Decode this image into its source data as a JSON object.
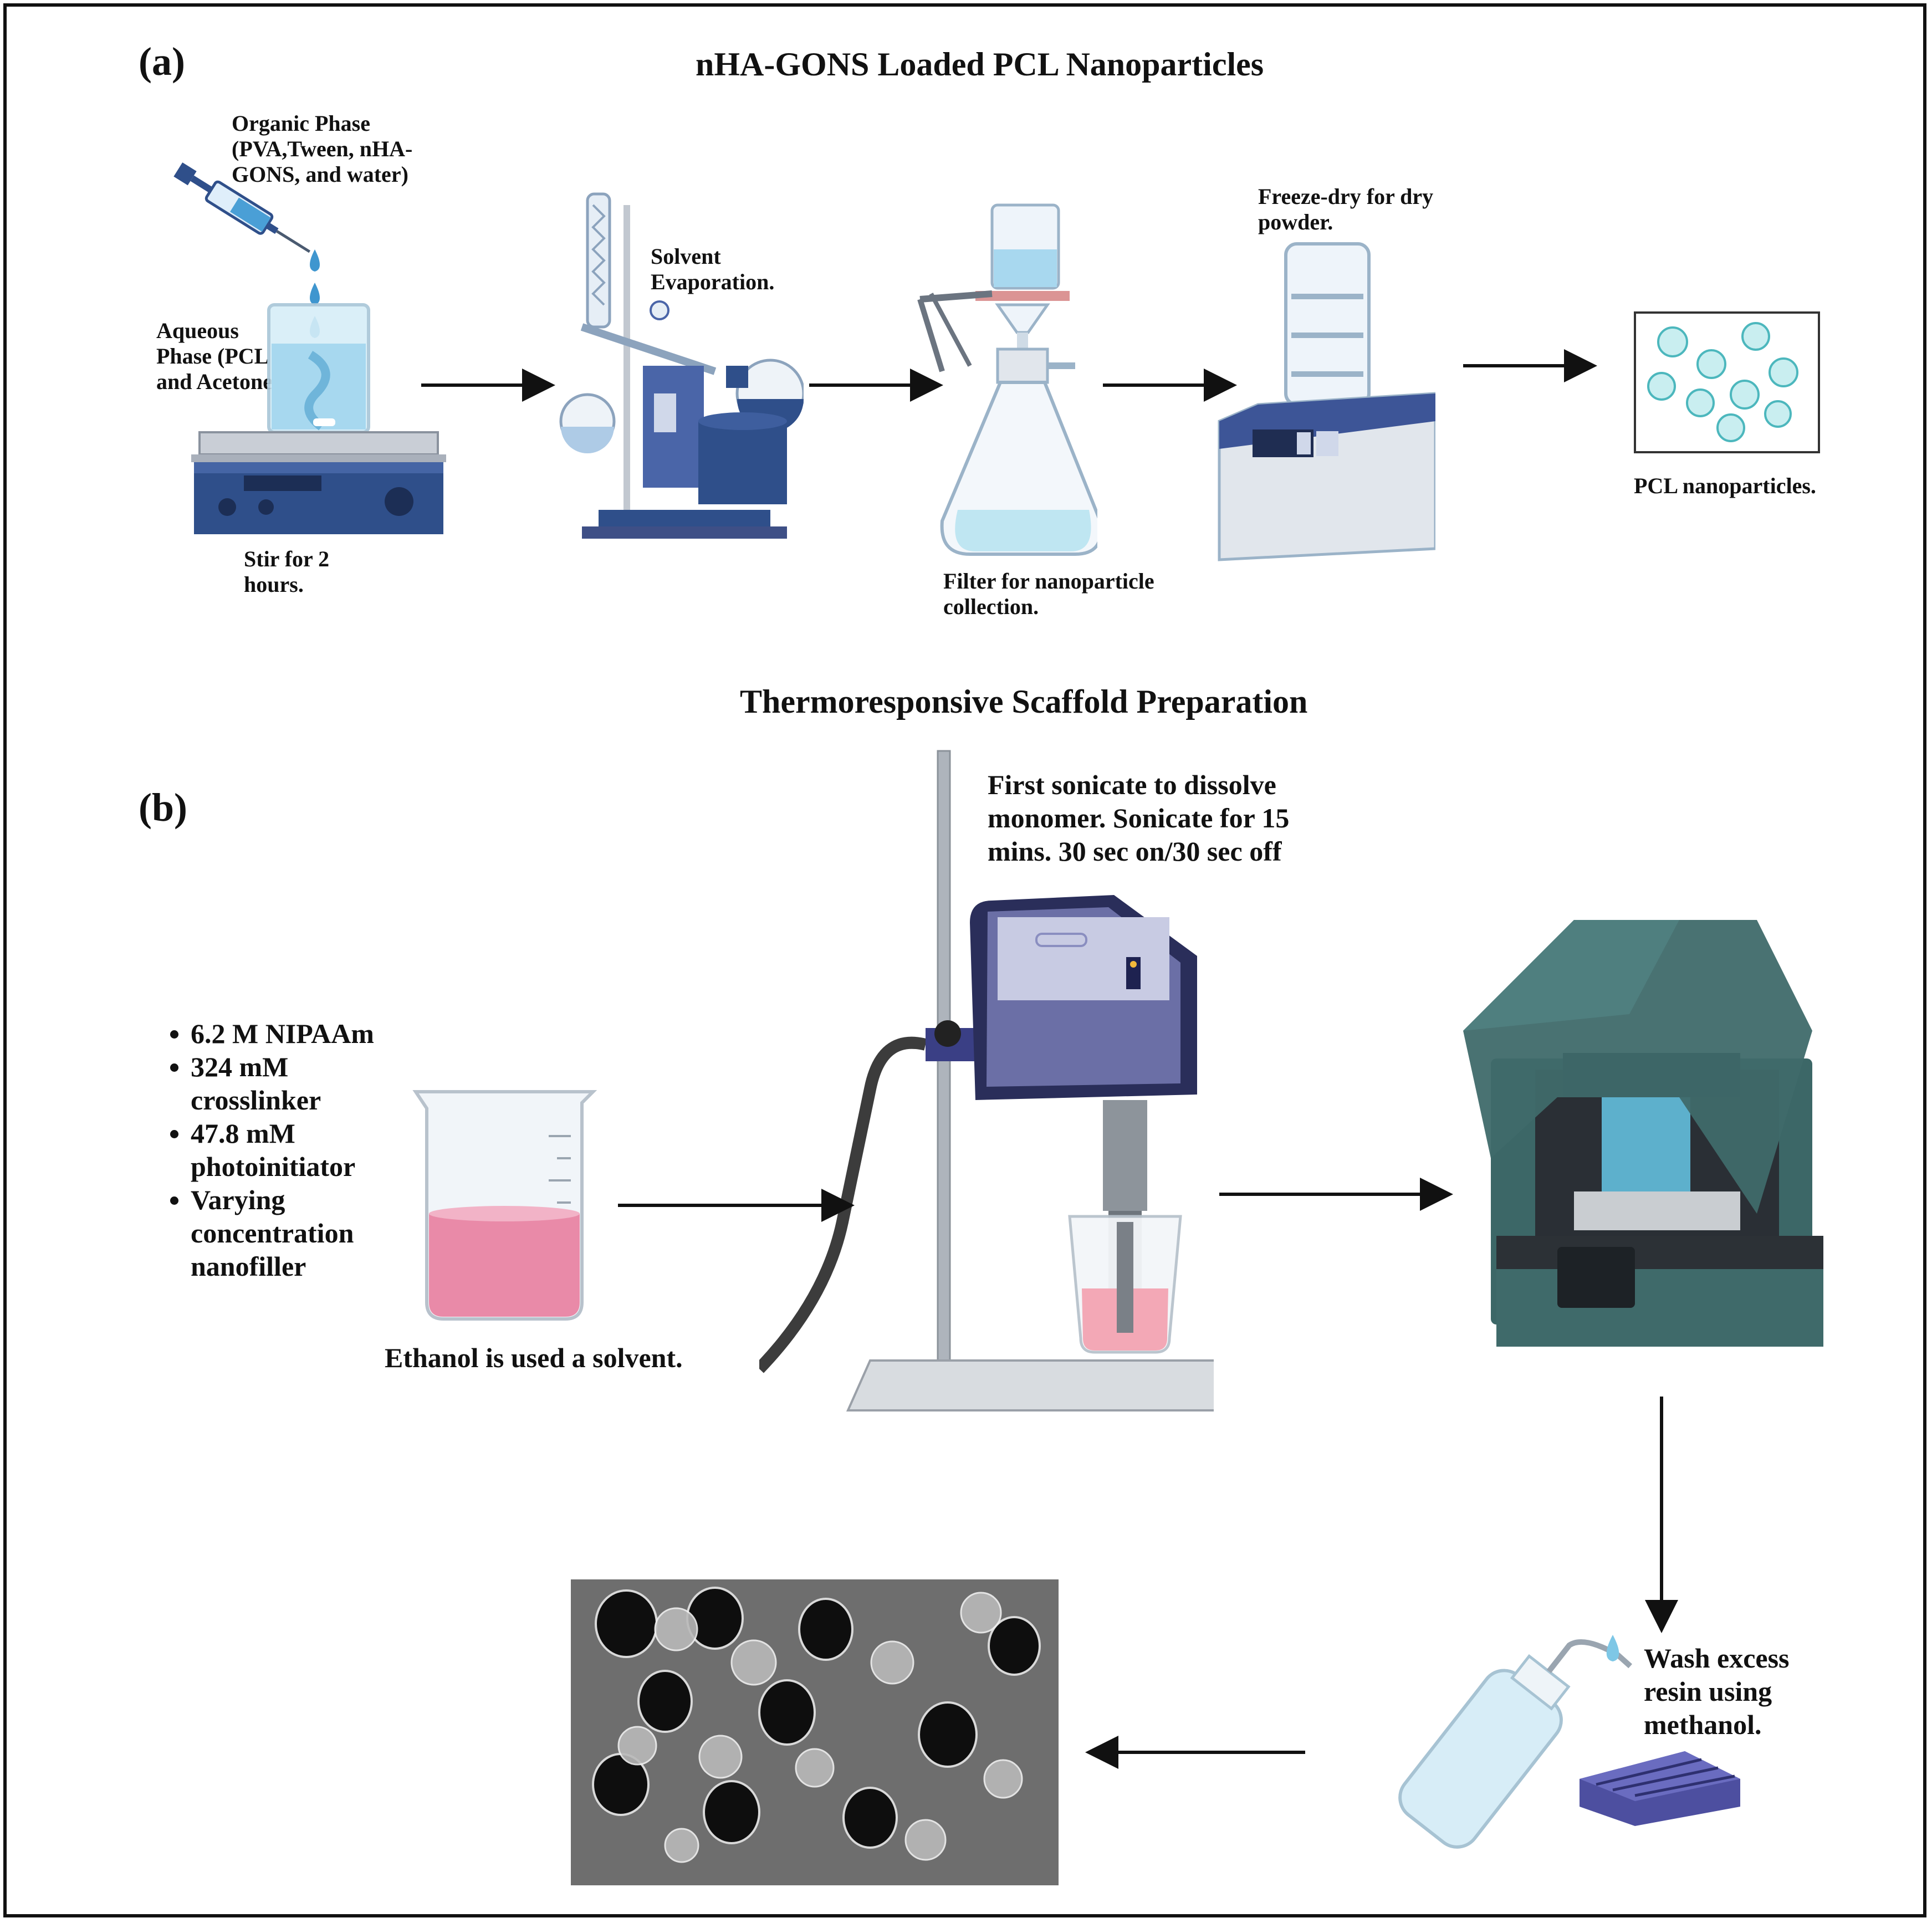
{
  "panels": {
    "a": {
      "label": "(a)",
      "title": "nHA-GONS Loaded PCL Nanoparticles",
      "steps": {
        "organic_phase": "Organic Phase\n(PVA,Tween, nHA-\nGONS, and water)",
        "aqueous_phase": "Aqueous\nPhase (PCL\nand Acetone)",
        "stir": "Stir for 2\nhours.",
        "evaporation": "Solvent\nEvaporation.",
        "filter": "Filter for nanoparticle\ncollection.",
        "freeze_dry": "Freeze-dry for dry\npowder.",
        "result": "PCL nanoparticles."
      }
    },
    "b": {
      "label": "(b)",
      "title": "Thermoresponsive Scaffold Preparation",
      "ingredients": [
        "6.2 M NIPAAm",
        "324 mM crosslinker",
        "47.8 mM photoinitiator",
        "Varying concentration nanofiller"
      ],
      "solvent_note": "Ethanol is used a solvent.",
      "sonicate_note": "First sonicate to dissolve\nmonomer. Sonicate for 15\nmins. 30 sec on/30 sec off",
      "wash_note": "Wash excess\nresin using\nmethanol."
    }
  },
  "colors": {
    "liquid_blue": "#bfe6f2",
    "equipment_navy": "#3e4f86",
    "pink_solution": "#e98aa8",
    "printer_teal": "#3f6a6a",
    "scaffold_purple": "#4d4fa0",
    "arrow": "#111111"
  },
  "icons": [
    "syringe-icon",
    "hotplate-stirrer-icon",
    "rotary-evaporator-icon",
    "vacuum-filter-icon",
    "freeze-dryer-icon",
    "nanoparticles-icon",
    "beaker-icon",
    "sonicator-icon",
    "3d-printer-icon",
    "wash-bottle-icon",
    "scaffold-icon",
    "sem-image"
  ]
}
